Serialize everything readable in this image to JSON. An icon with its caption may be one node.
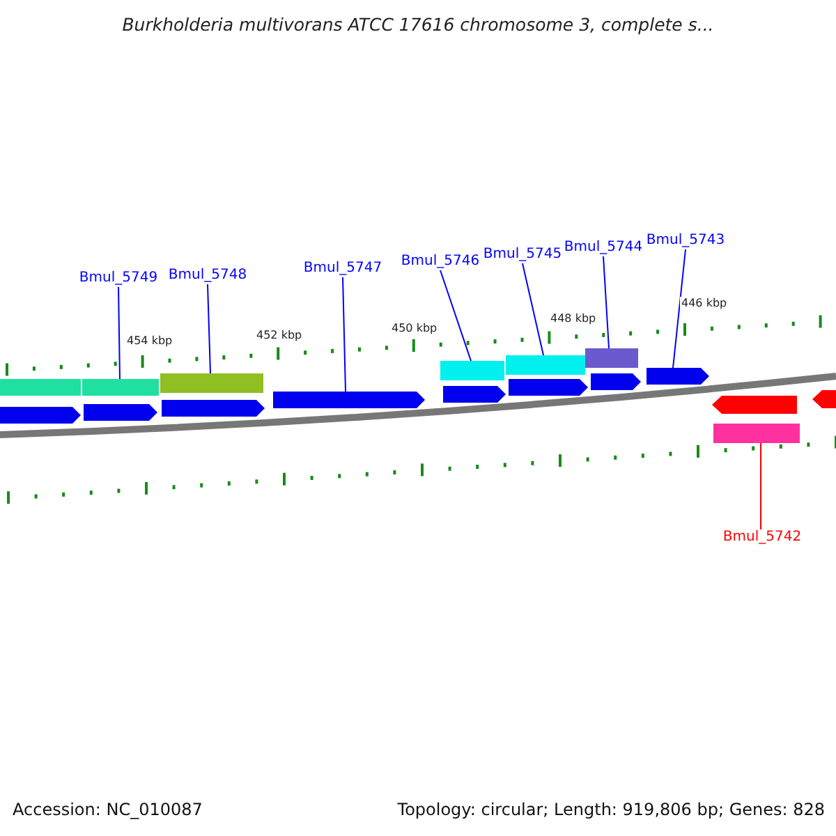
{
  "diagram": {
    "title": "Burkholderia multivorans ATCC 17616 chromosome 3, complete s...",
    "nodes": [
      {
        "text": [
          "Bmul_5749"
        ]
      },
      {
        "text": [
          "Bmul_5748"
        ]
      },
      {
        "text": [
          "Bmul_5747"
        ]
      },
      {
        "text": [
          "Bmul_5746"
        ]
      },
      {
        "text": [
          "Bmul_5745"
        ]
      },
      {
        "text": [
          "Bmul_5744"
        ]
      },
      {
        "text": [
          "Bmul_5743"
        ]
      },
      {
        "text": [
          "Bmul_5742"
        ]
      },
      {
        "text": [],
        "shape": "bar"
      },
      {
        "text": [],
        "shape": "bar"
      },
      {
        "text": [],
        "shape": "bar"
      },
      {
        "text": [],
        "shape": "bar"
      },
      {
        "text": [],
        "shape": "bar"
      },
      {
        "text": [],
        "shape": "bar"
      },
      {
        "text": [],
        "shape": "pentagon"
      },
      {
        "text": [],
        "shape": "pentagon"
      },
      {
        "text": [],
        "shape": "pentagon"
      },
      {
        "text": [],
        "shape": "pentagon"
      },
      {
        "text": [],
        "shape": "pentagon"
      },
      {
        "text": [],
        "shape": "pentagon"
      },
      {
        "text": [],
        "shape": "pentagon"
      },
      {
        "text": [],
        "shape": "pentagon"
      },
      {
        "text": [],
        "shape": "pentagon"
      },
      {
        "text": [],
        "shape": "pentagon"
      },
      {
        "text": [],
        "shape": "bar"
      }
    ],
    "edges": [
      {
        "from": 0,
        "to": 9,
        "arrow": "none"
      },
      {
        "from": 1,
        "to": 10,
        "arrow": "none"
      },
      {
        "from": 2,
        "to": 17,
        "arrow": "none"
      },
      {
        "from": 3,
        "to": 11,
        "arrow": "none"
      },
      {
        "from": 4,
        "to": 12,
        "arrow": "none"
      },
      {
        "from": 5,
        "to": 13,
        "arrow": "none"
      },
      {
        "from": 6,
        "to": 21,
        "arrow": "none"
      },
      {
        "from": 7,
        "to": 24,
        "arrow": "none",
        "color": "#ff0000"
      }
    ],
    "labels": [
      "454 kbp",
      "452 kbp",
      "450 kbp",
      "448 kbp",
      "446 kbp",
      "Accession: NC_010087",
      "Topology: circular; Length: 919,806 bp; Genes: 828"
    ]
  }
}
